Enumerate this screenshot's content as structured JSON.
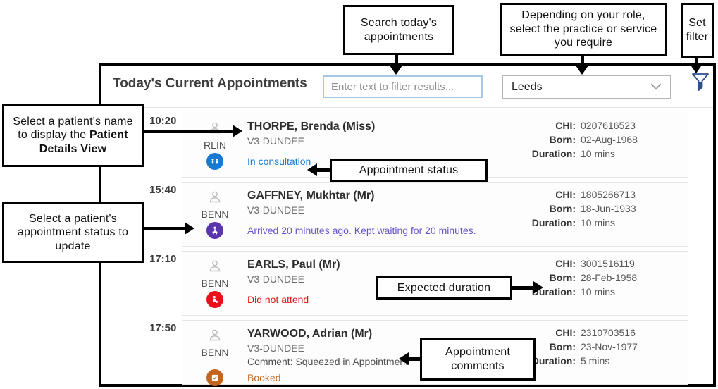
{
  "header": {
    "title": "Today's Current Appointments",
    "search_placeholder": "Enter text to filter results...",
    "practice_selected": "Leeds"
  },
  "labels": {
    "chi": "CHI:",
    "born": "Born:",
    "duration": "Duration:"
  },
  "appointments": [
    {
      "time": "10:20",
      "clinic": "RLIN",
      "name": "THORPE, Brenda (Miss)",
      "facility": "V3-DUNDEE",
      "comment": "",
      "status": "In consultation",
      "chi": "0207616523",
      "born": "02-Aug-1968",
      "duration": "10 mins"
    },
    {
      "time": "15:40",
      "clinic": "BENN",
      "name": "GAFFNEY, Mukhtar (Mr)",
      "facility": "V3-DUNDEE",
      "comment": "",
      "status": "Arrived 20 minutes ago. Kept waiting for 20 minutes.",
      "chi": "1805266713",
      "born": "18-Jun-1933",
      "duration": "10 mins"
    },
    {
      "time": "17:10",
      "clinic": "BENN",
      "name": "EARLS, Paul (Mr)",
      "facility": "V3-DUNDEE",
      "comment": "",
      "status": "Did not attend",
      "chi": "3001516119",
      "born": "28-Feb-1958",
      "duration": "10 mins"
    },
    {
      "time": "17:50",
      "clinic": "BENN",
      "name": "YARWOOD, Adrian (Mr)",
      "facility": "V3-DUNDEE",
      "comment": "Comment: Squeezed in Appointment",
      "status": "Booked",
      "chi": "2310703516",
      "born": "23-Nov-1977",
      "duration": "5 mins"
    }
  ],
  "callouts": {
    "search": "Search today's appointments",
    "role": "Depending on your role, select the practice or service you require",
    "set_filter": "Set filter",
    "patient_name_text": "Select a patient's name to display the ",
    "patient_name_bold": "Patient Details View",
    "status_update": "Select a patient's appointment status to update",
    "appointment_status": "Appointment status",
    "expected_duration": "Expected duration",
    "appointment_comments": "Appointment comments"
  },
  "icons": {
    "filter": "funnel-icon",
    "patient": "person-outline-icon",
    "in_consultation": "two-people-icon",
    "waiting": "seated-person-icon",
    "did_not_attend": "person-x-icon",
    "booked": "calendar-check-icon",
    "dropdown": "chevron-down-icon"
  },
  "colors": {
    "status_in_consultation": "#1878d2",
    "status_waiting": "#5a35ae",
    "status_did_not_attend": "#e8111c",
    "status_booked": "#c2661f",
    "search_border": "#a6c8e8",
    "filter_icon": "#2c4f8f"
  }
}
